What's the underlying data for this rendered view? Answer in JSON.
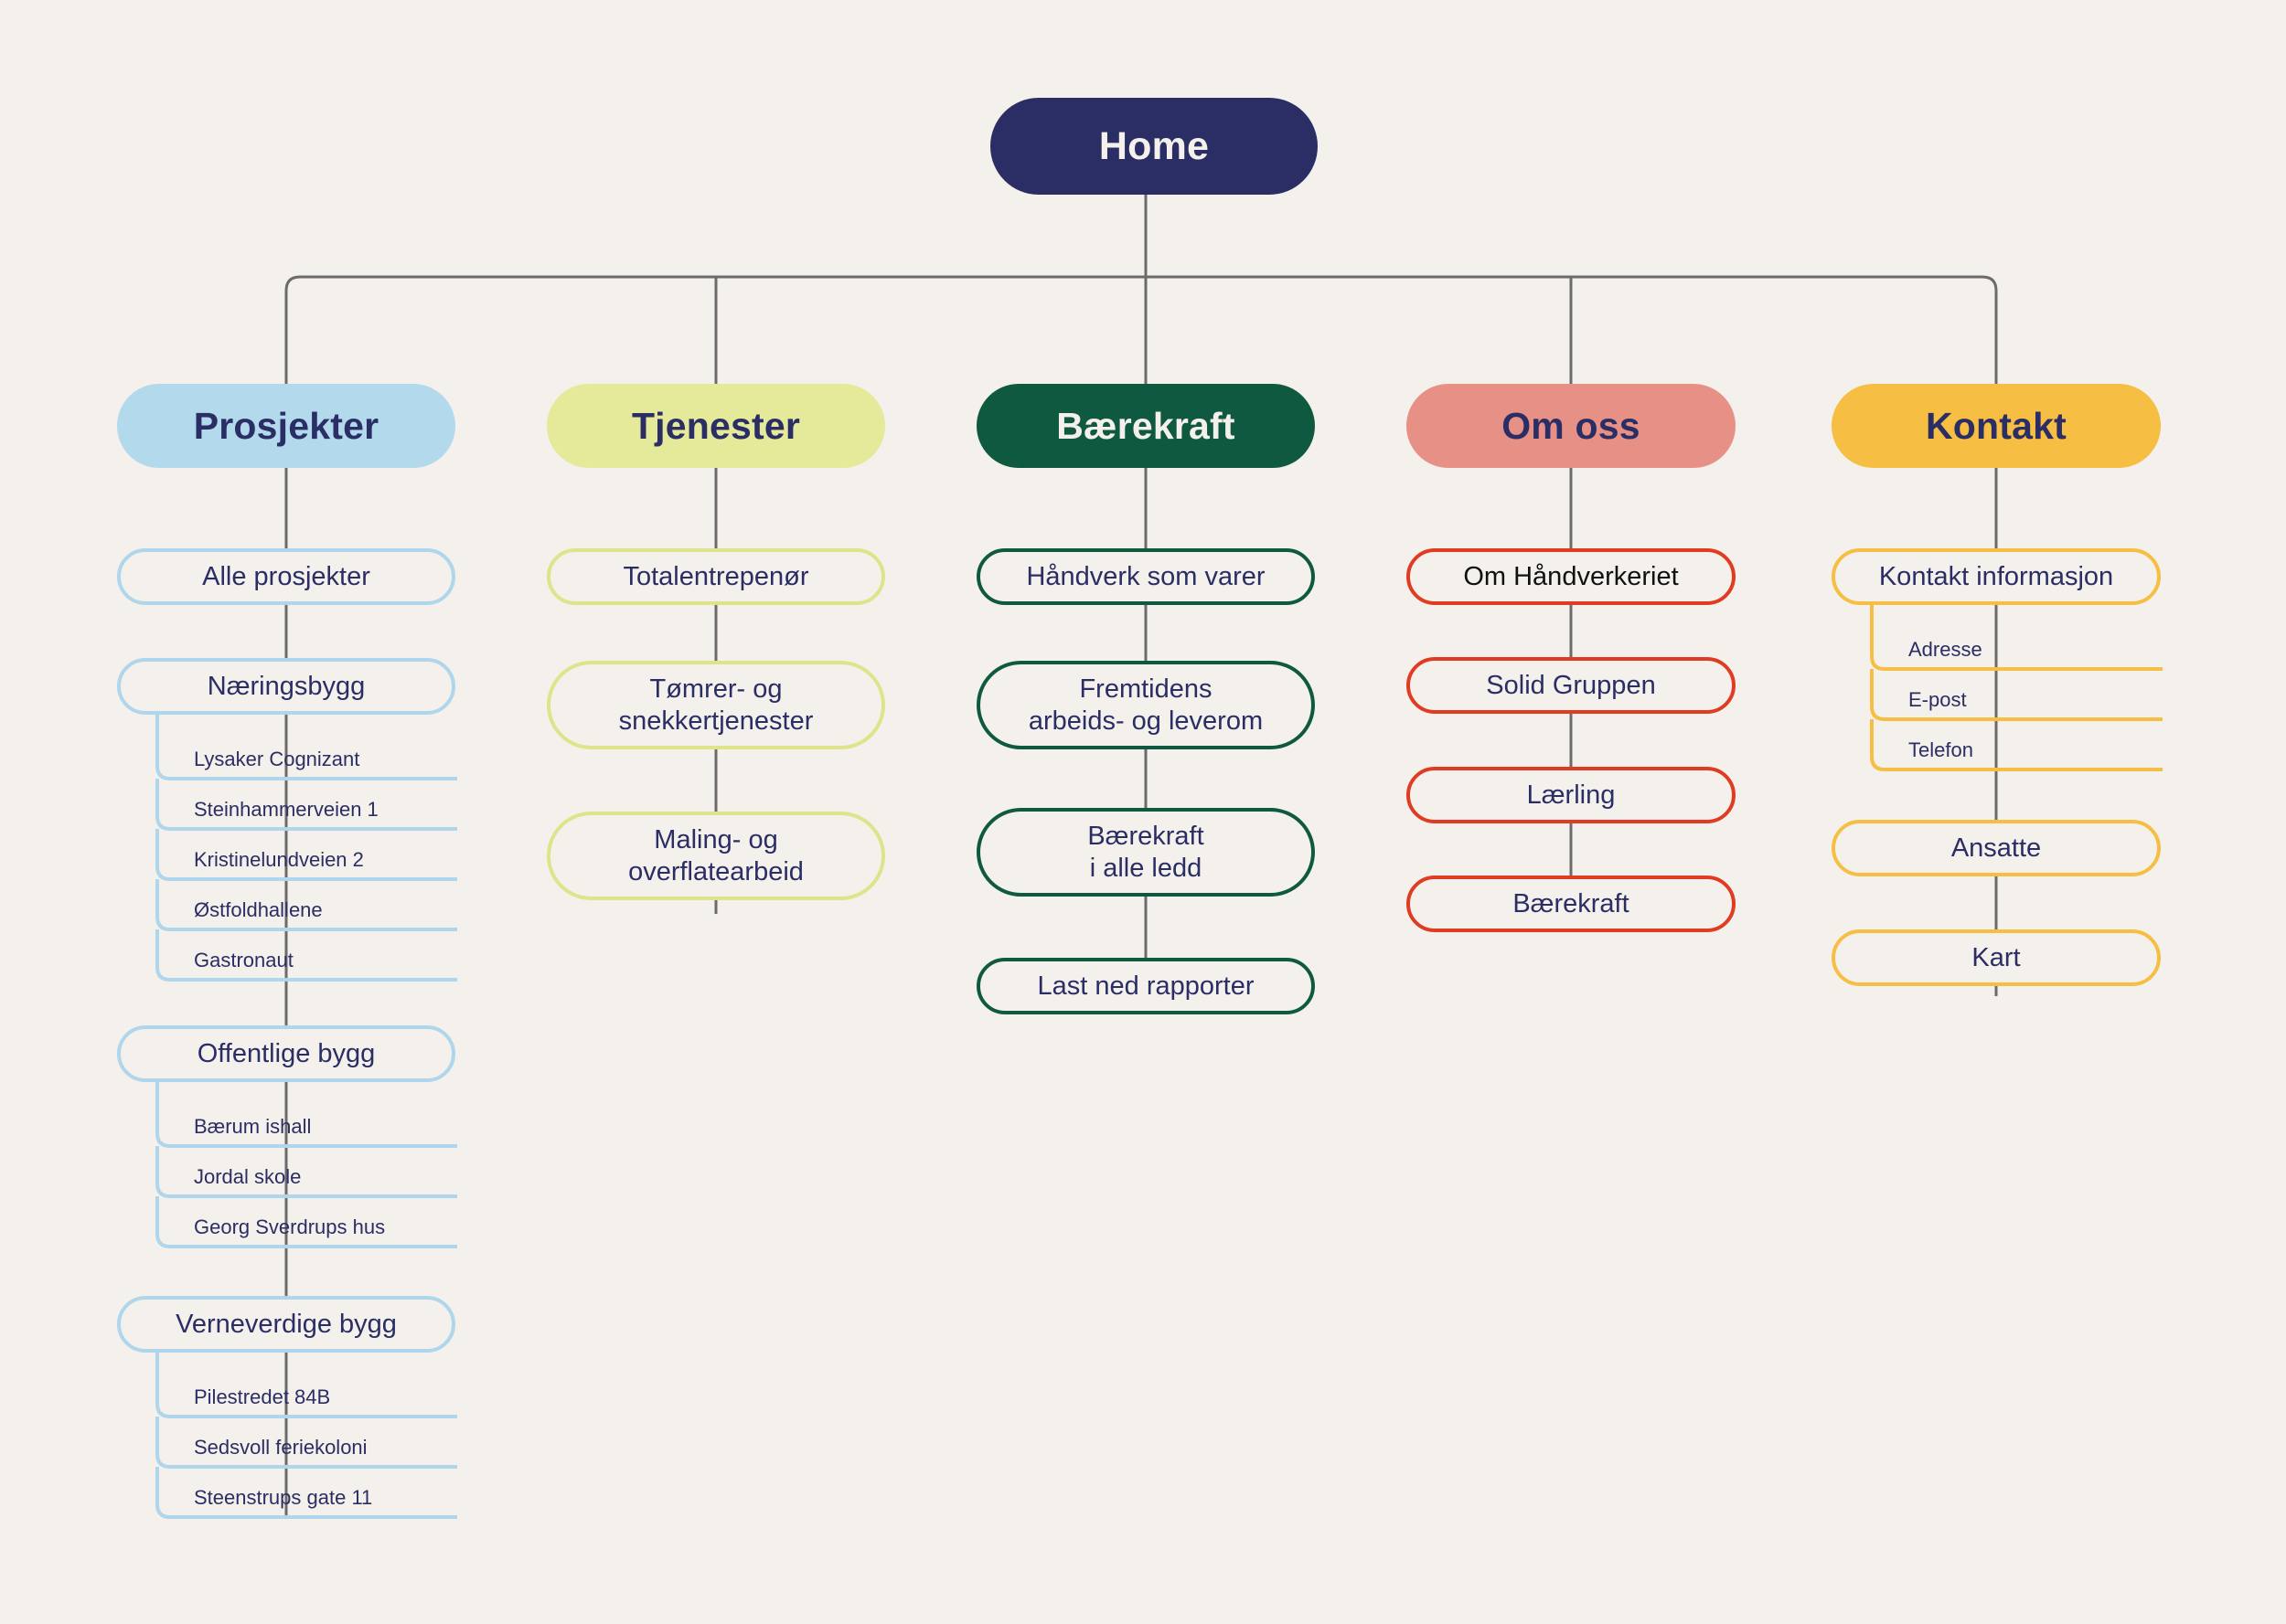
{
  "diagram": {
    "title": "Home",
    "type": "sitemap",
    "background_color": "#F4F0EC",
    "root": {
      "label": "Home",
      "fill": "#2A2E65",
      "text_color": "#F4F0EC"
    }
  },
  "colors": {
    "navy": "#2A2E65",
    "cream": "#F4F0EC",
    "light_blue": "#B3D9EC",
    "lime": "#E5E99A",
    "dark_green": "#0F5941",
    "salmon": "#E79086",
    "yellow": "#F6BE42",
    "red": "#E03C24",
    "connector_gray": "#6B6B6B"
  },
  "sections": [
    {
      "id": "prosjekter",
      "label": "Prosjekter",
      "fill": "#B3D9EC",
      "outline": "#AFD6EB",
      "children": [
        {
          "label": "Alle prosjekter",
          "leaves": []
        },
        {
          "label": "Næringsbygg",
          "leaves": [
            "Lysaker Cognizant",
            "Steinhammerveien 1",
            "Kristinelundveien 2",
            "Østfoldhallene",
            "Gastronaut"
          ]
        },
        {
          "label": "Offentlige bygg",
          "leaves": [
            "Bærum ishall",
            "Jordal skole",
            "Georg Sverdrups hus"
          ]
        },
        {
          "label": "Verneverdige bygg",
          "leaves": [
            "Pilestredet 84B",
            "Sedsvoll feriekoloni",
            "Steenstrups gate 11"
          ]
        }
      ]
    },
    {
      "id": "tjenester",
      "label": "Tjenester",
      "fill": "#E5E99A",
      "outline": "#DDE48A",
      "children": [
        {
          "label": "Totalentrepenør",
          "leaves": []
        },
        {
          "label": "Tømrer- og\nsnekkertjenester",
          "leaves": []
        },
        {
          "label": "Maling- og\noverflatearbeid",
          "leaves": []
        }
      ]
    },
    {
      "id": "baerekraft",
      "label": "Bærekraft",
      "fill": "#0F5941",
      "outline": "#0F5941",
      "children": [
        {
          "label": "Håndverk som varer",
          "leaves": []
        },
        {
          "label": "Fremtidens\narbeids- og leverom",
          "leaves": []
        },
        {
          "label": "Bærekraft\ni alle ledd",
          "leaves": []
        },
        {
          "label": "Last ned rapporter",
          "leaves": []
        }
      ]
    },
    {
      "id": "om-oss",
      "label": "Om oss",
      "fill": "#E79086",
      "outline": "#E03C24",
      "children": [
        {
          "label": "Om Håndverkeriet",
          "leaves": []
        },
        {
          "label": "Solid Gruppen",
          "leaves": []
        },
        {
          "label": "Lærling",
          "leaves": []
        },
        {
          "label": "Bærekraft",
          "leaves": []
        }
      ]
    },
    {
      "id": "kontakt",
      "label": "Kontakt",
      "fill": "#F6BE42",
      "outline": "#F6BE42",
      "children": [
        {
          "label": "Kontakt informasjon",
          "leaves": [
            "Adresse",
            "E-post",
            "Telefon"
          ]
        },
        {
          "label": "Ansatte",
          "leaves": []
        },
        {
          "label": "Kart",
          "leaves": []
        }
      ]
    }
  ]
}
